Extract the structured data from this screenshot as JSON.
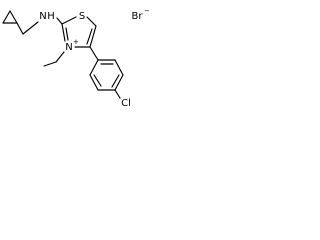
{
  "molecule": {
    "atoms": {
      "nitrogen_amine": "N",
      "nitrogen_amine_h": "H",
      "sulfur": "S",
      "nitrogen_ring": "N",
      "ring_plus": "+",
      "chlorine": "Cl"
    },
    "counterion": {
      "symbol": "Br",
      "charge": "−"
    }
  }
}
